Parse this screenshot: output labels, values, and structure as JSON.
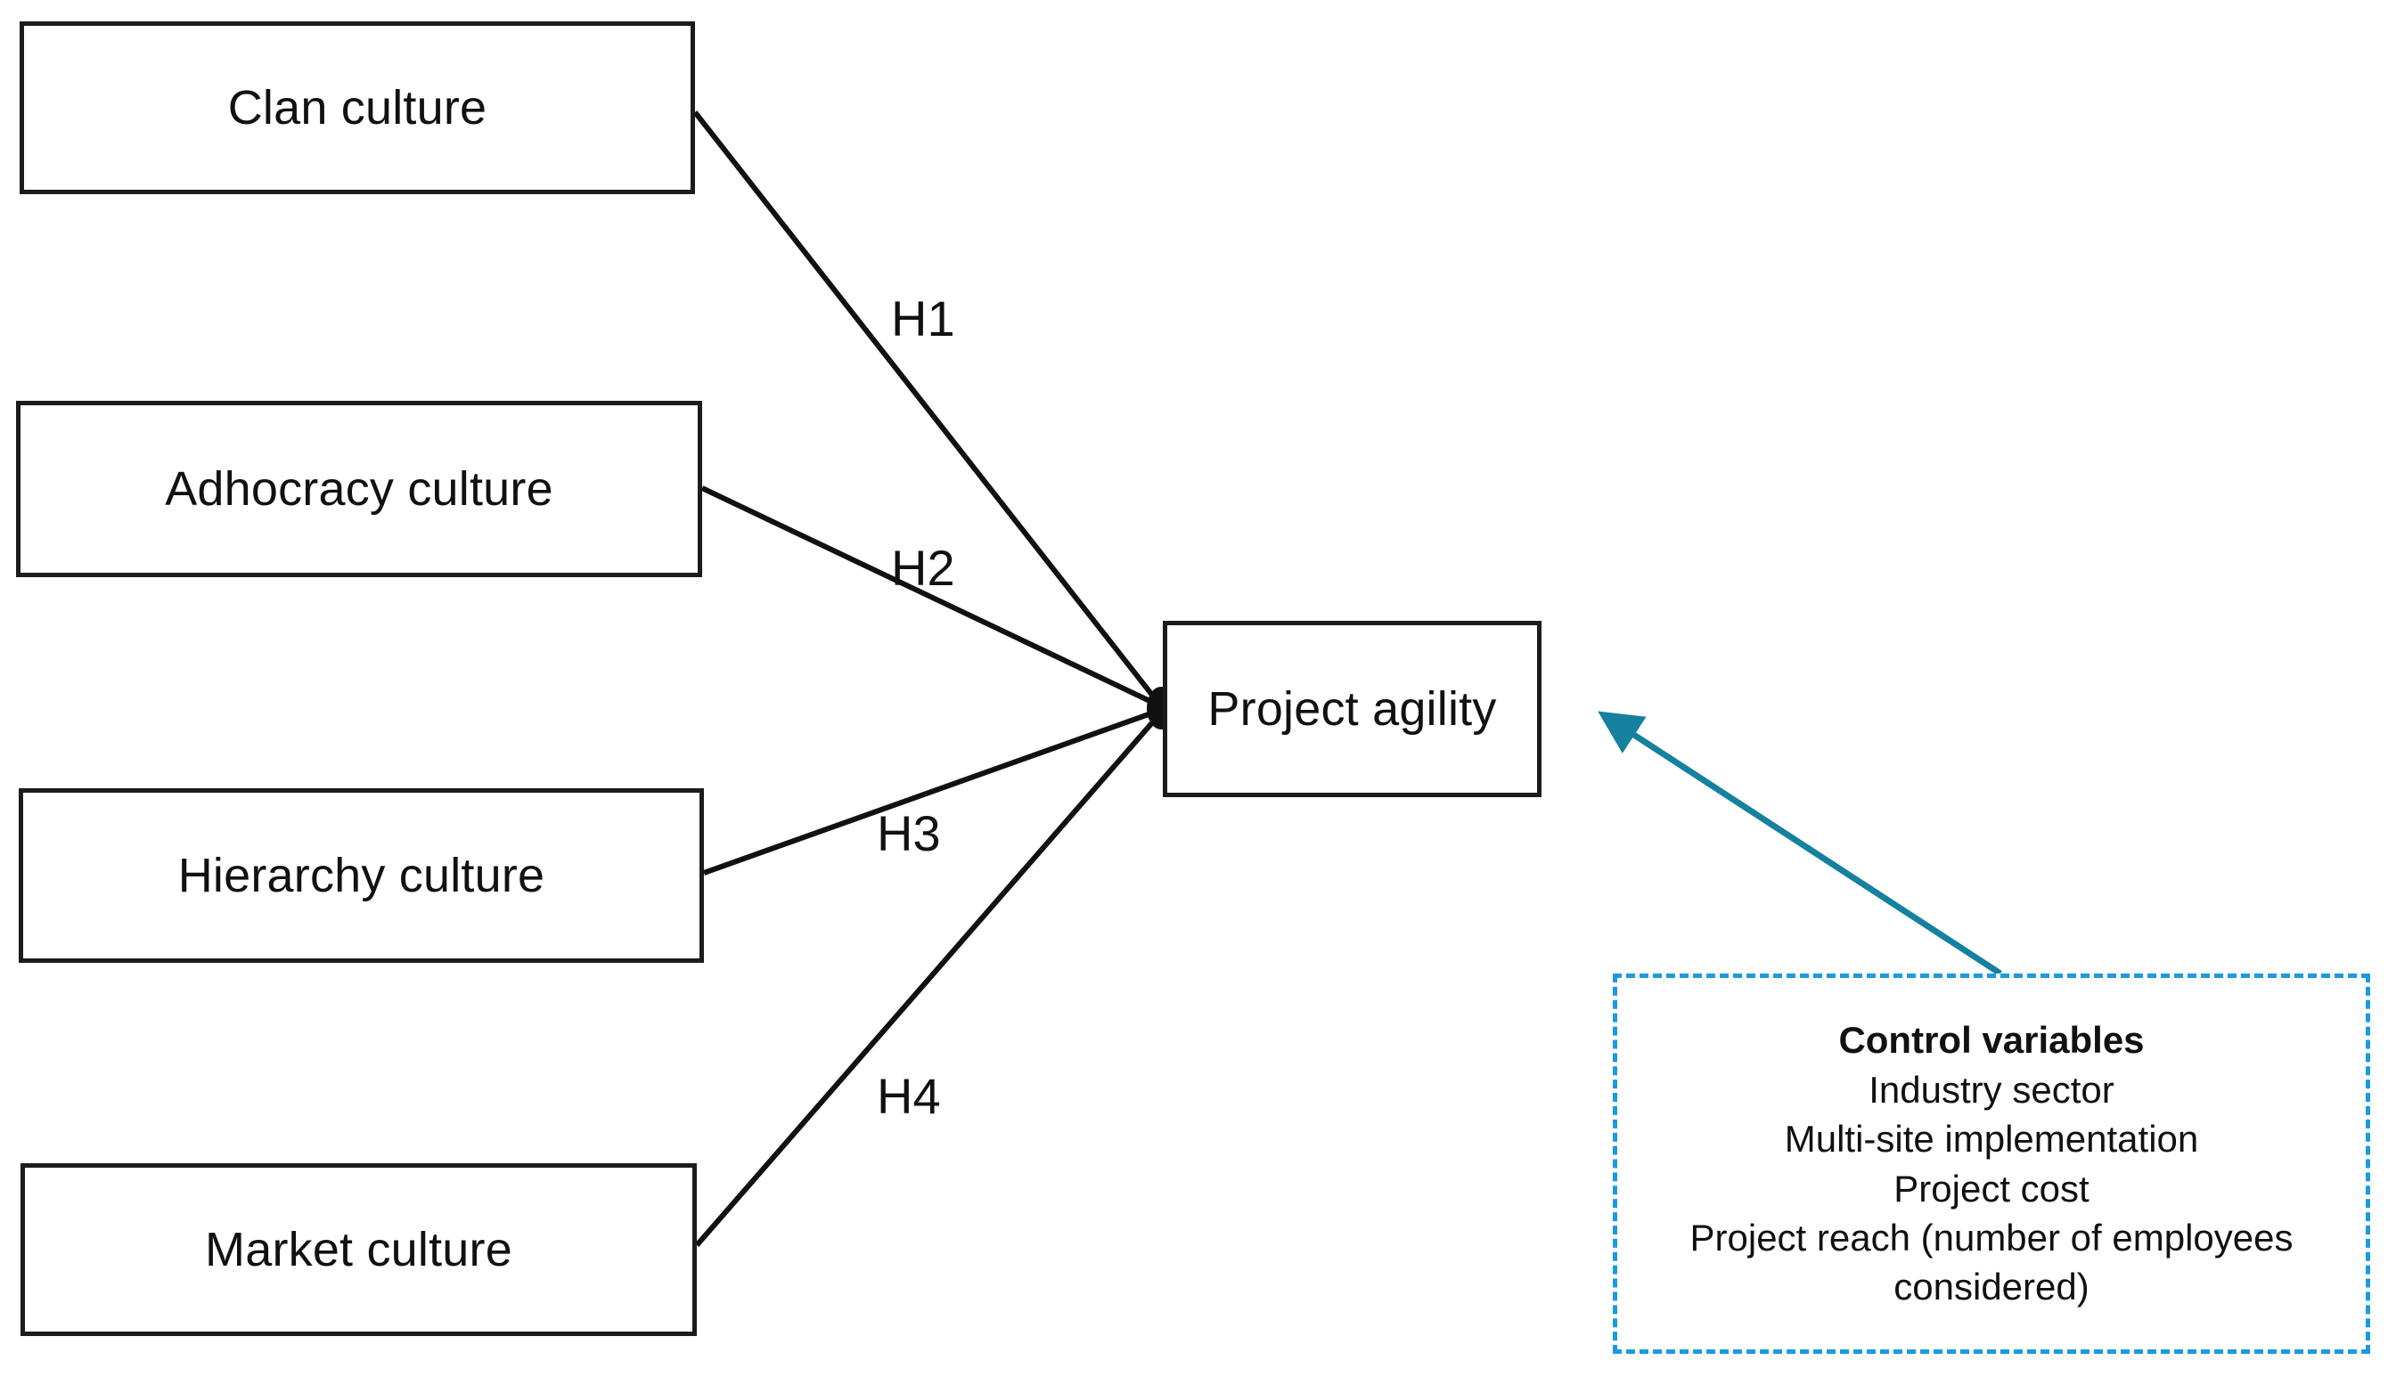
{
  "diagram": {
    "type": "conceptual-research-model",
    "background_color": "#ffffff",
    "node_border_color": "#1c1c1c",
    "connector_color": "#111111",
    "control_accent_color": "#1b9ae0",
    "control_connector_color": "#15819f"
  },
  "predictors": [
    {
      "label": "Clan culture",
      "hypothesis": "H1"
    },
    {
      "label": "Adhocracy culture",
      "hypothesis": "H2"
    },
    {
      "label": "Hierarchy culture",
      "hypothesis": "H3"
    },
    {
      "label": "Market culture",
      "hypothesis": "H4"
    }
  ],
  "hypotheses": [
    {
      "id": "H1",
      "from": "Clan culture",
      "to": "Project agility"
    },
    {
      "id": "H2",
      "from": "Adhocracy culture",
      "to": "Project agility"
    },
    {
      "id": "H3",
      "from": "Hierarchy culture",
      "to": "Project agility"
    },
    {
      "id": "H4",
      "from": "Market culture",
      "to": "Project agility"
    }
  ],
  "outcome": {
    "label": "Project agility"
  },
  "controls": {
    "title": "Control variables",
    "items": [
      "Industry sector",
      "Multi-site implementation",
      "Project cost",
      "Project reach (number of employees considered)"
    ]
  }
}
